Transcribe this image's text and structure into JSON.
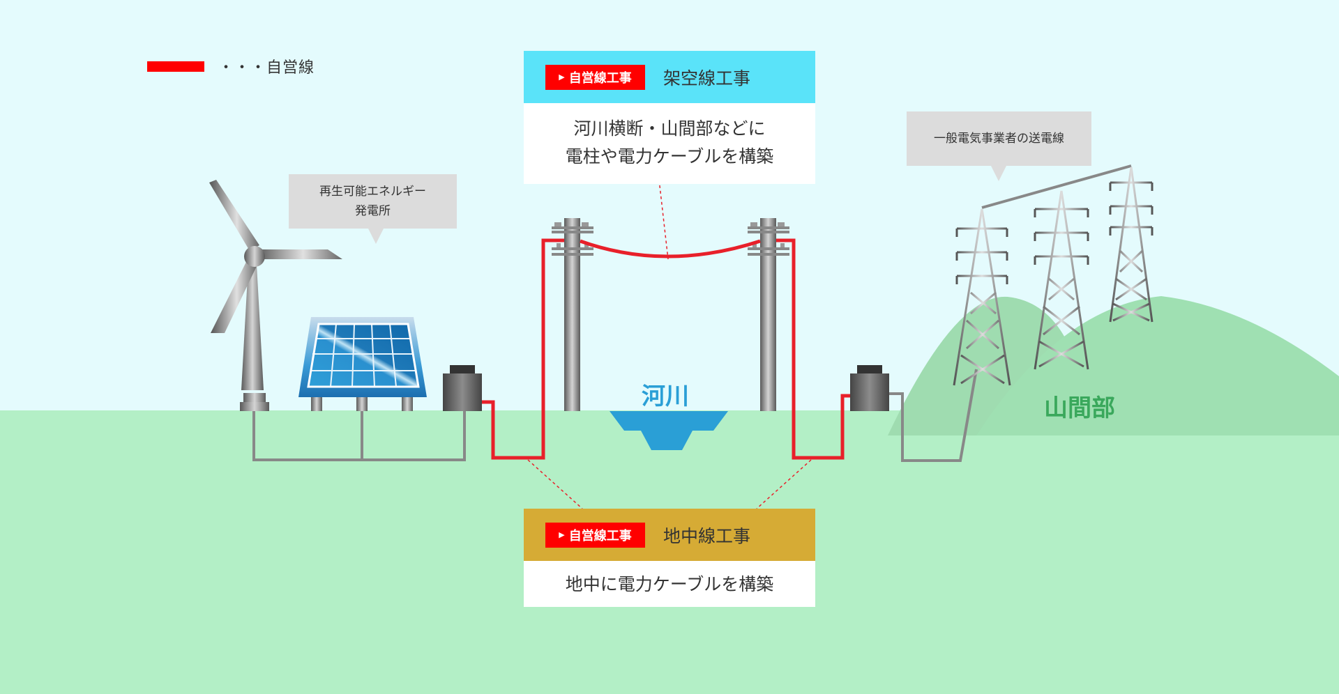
{
  "legend": {
    "line_label": "・・・自営線",
    "line_color": "#ff0000"
  },
  "bubbles": {
    "renewable": {
      "line1": "再生可能エネルギー",
      "line2": "発電所"
    },
    "grid": {
      "text": "一般電気事業者の送電線"
    }
  },
  "cards": {
    "overhead": {
      "badge": "自営線工事",
      "title": "架空線工事",
      "body_line1": "河川横断・山間部などに",
      "body_line2": "電柱や電力ケーブルを構築",
      "header_color": "#5ae3f9"
    },
    "underground": {
      "badge": "自営線工事",
      "title": "地中線工事",
      "body_line1": "地中に電力ケーブルを構築",
      "header_color": "#d6ab35"
    }
  },
  "labels": {
    "river": "河川",
    "mountain": "山間部"
  },
  "colors": {
    "sky": "#e4fbfd",
    "ground": "#b3efc6",
    "hill": "#9fe0b2",
    "river": "#2a9fd6",
    "private_line": "#e8202a",
    "utility_line": "#888888"
  },
  "icons": [
    "wind-turbine-icon",
    "solar-panel-icon",
    "transformer-icon",
    "utility-pole-icon",
    "transmission-tower-icon"
  ]
}
